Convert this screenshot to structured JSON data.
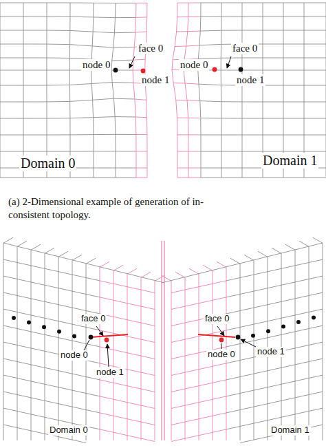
{
  "diagram": {
    "labels": [
      "face 0",
      "node 0",
      "node 1",
      "Domain 0",
      "face 0",
      "node 0",
      "node 1",
      "Domain 1",
      "(a) 2-Dimensional example of generation of in-consistent topology.",
      "face 0",
      "node 0",
      "node 1",
      "Domain 0",
      "face 0",
      "node 0",
      "node 1",
      "Domain 1"
    ]
  }
}
